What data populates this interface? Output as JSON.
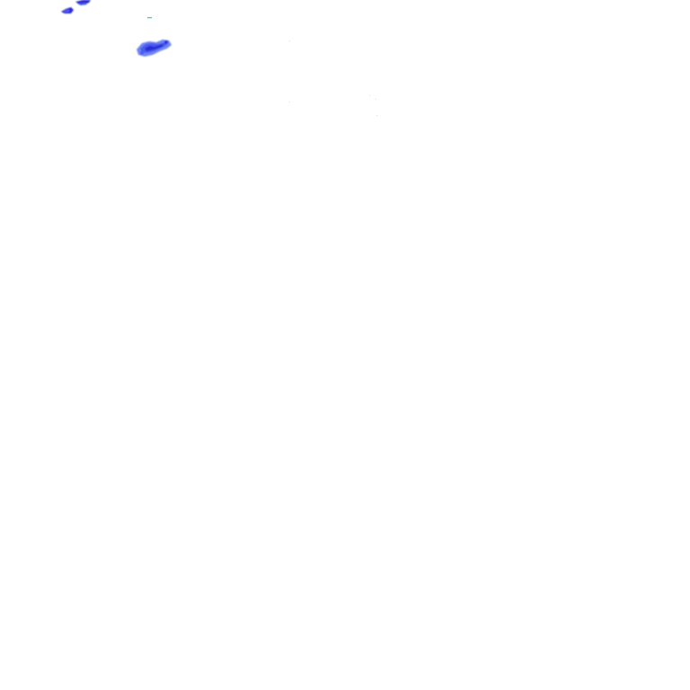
{
  "colors": {
    "background": "#ffffff",
    "echo_heavy": "#2b2bd6",
    "echo_medium": "#4a5cf0",
    "echo_light": "#6f86f5",
    "echo_trace": "#3fc9c9",
    "speckle": "#d8dde3"
  },
  "echoes": [
    {
      "name": "echo-cell-top-left-upper",
      "intensity": "heavy"
    },
    {
      "name": "echo-cell-top-left-lower",
      "intensity": "heavy"
    },
    {
      "name": "echo-cell-central-blob",
      "intensity": "medium"
    },
    {
      "name": "echo-trace-cyan",
      "intensity": "trace"
    }
  ]
}
